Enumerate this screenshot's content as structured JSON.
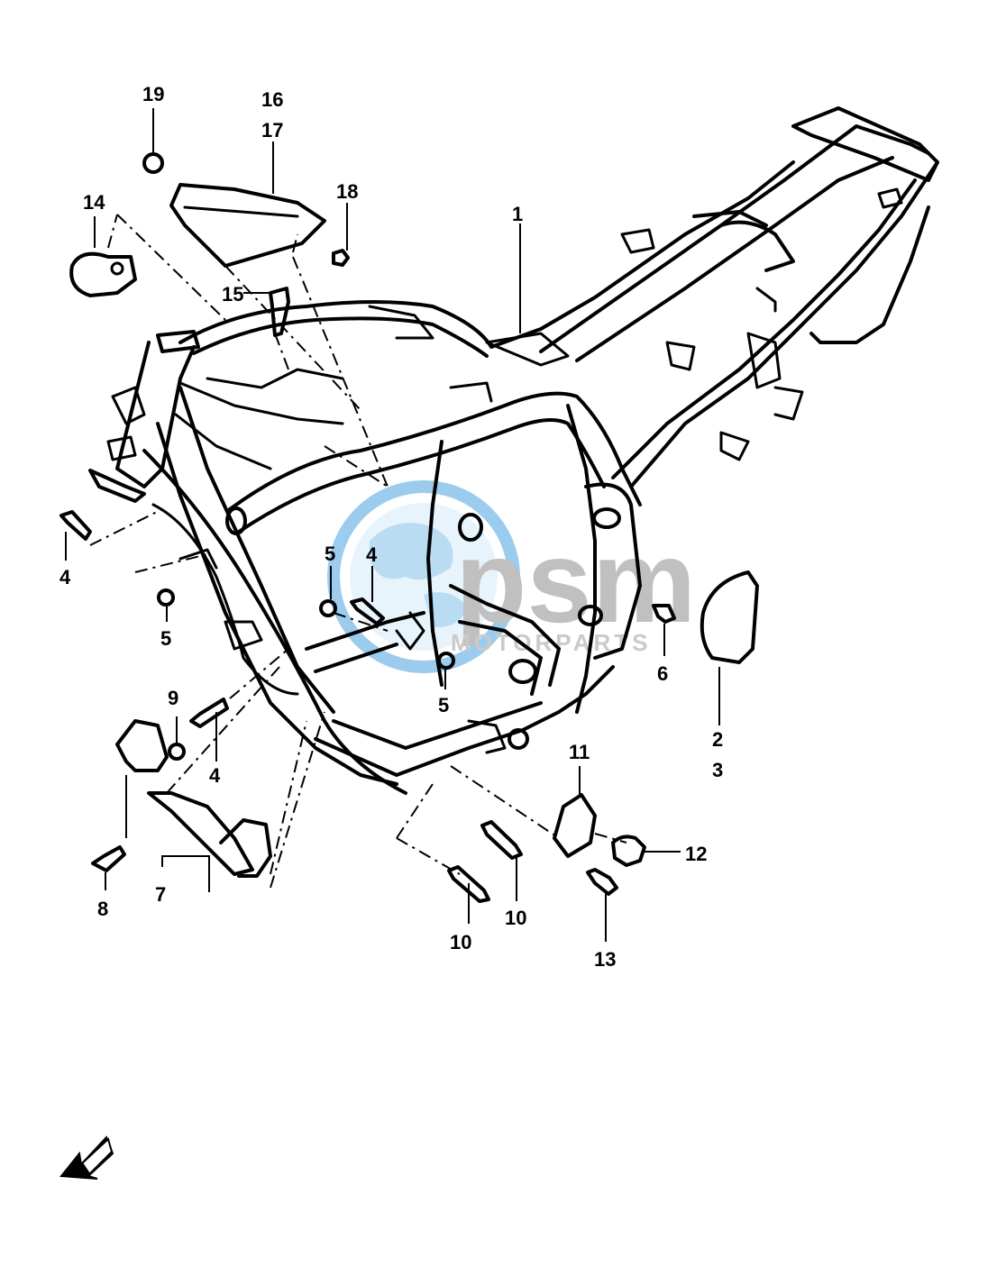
{
  "watermark": {
    "brand": "psm",
    "subtitle": "MOTORPARTS",
    "colors": {
      "globe": "#4aa3e0",
      "globe_light": "#bfe0f6",
      "text": "#9a9a9a"
    }
  },
  "callouts": {
    "c1": "1",
    "c2": "2",
    "c3": "3",
    "c4a": "4",
    "c4b": "4",
    "c4c": "4",
    "c5a": "5",
    "c5b": "5",
    "c5c": "5",
    "c6": "6",
    "c7": "7",
    "c8": "8",
    "c9": "9",
    "c10a": "10",
    "c10b": "10",
    "c11": "11",
    "c12": "12",
    "c13": "13",
    "c14": "14",
    "c15": "15",
    "c16": "16",
    "c17": "17",
    "c18": "18",
    "c19": "19"
  },
  "icons": {
    "front_arrow": "front-direction-arrow-icon"
  }
}
